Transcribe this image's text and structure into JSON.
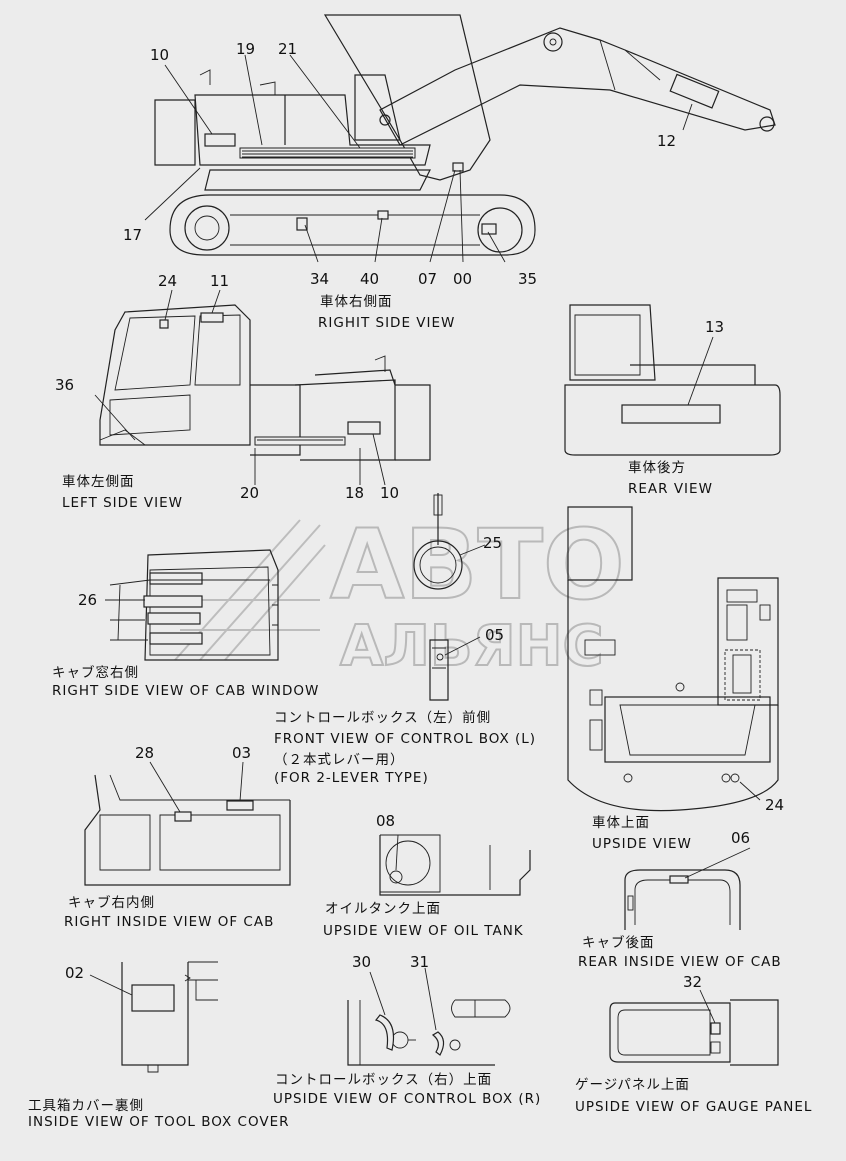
{
  "watermark": {
    "line1": "АВТО",
    "line2": "АЛЬЯНС"
  },
  "views": [
    {
      "id": "right-side-view",
      "caption_jp": "車体右側面",
      "caption_en": "RIGHIT SIDE VIEW",
      "callouts": [
        "10",
        "19",
        "21",
        "12",
        "17",
        "34",
        "40",
        "07",
        "00",
        "35"
      ]
    },
    {
      "id": "left-side-view",
      "caption_jp": "車体左側面",
      "caption_en": "LEFT SIDE VIEW",
      "callouts": [
        "24",
        "11",
        "36",
        "20",
        "18",
        "10"
      ]
    },
    {
      "id": "rear-view",
      "caption_jp": "車体後方",
      "caption_en": "REAR VIEW",
      "callouts": [
        "13"
      ]
    },
    {
      "id": "cab-window-view",
      "caption_jp": "キャブ窓右側",
      "caption_en": "RIGHT SIDE VIEW OF CAB WINDOW",
      "callouts": [
        "26"
      ]
    },
    {
      "id": "control-box-l-view",
      "caption_jp": "コントロールボックス（左）前側",
      "caption_en": "FRONT VIEW OF CONTROL BOX (L)",
      "caption_jp2": "（２本式レバー用）",
      "caption_en2": "(FOR 2-LEVER TYPE)",
      "callouts": [
        "25",
        "05"
      ]
    },
    {
      "id": "upside-view",
      "caption_jp": "車体上面",
      "caption_en": "UPSIDE VIEW",
      "callouts": [
        "24"
      ]
    },
    {
      "id": "cab-inside-view",
      "caption_jp": "キャブ右内側",
      "caption_en": "RIGHT INSIDE VIEW OF CAB",
      "callouts": [
        "28",
        "03"
      ]
    },
    {
      "id": "oil-tank-view",
      "caption_jp": "オイルタンク上面",
      "caption_en": "UPSIDE VIEW OF OIL TANK",
      "callouts": [
        "08"
      ]
    },
    {
      "id": "cab-rear-inside-view",
      "caption_jp": "キャブ後面",
      "caption_en": "REAR INSIDE VIEW OF CAB",
      "callouts": [
        "06"
      ]
    },
    {
      "id": "tool-box-view",
      "caption_jp": "工具箱カバー裏側",
      "caption_en": "INSIDE VIEW OF TOOL BOX COVER",
      "callouts": [
        "02"
      ]
    },
    {
      "id": "control-box-r-view",
      "caption_jp": "コントロールボックス（右）上面",
      "caption_en": "UPSIDE VIEW OF CONTROL BOX (R)",
      "callouts": [
        "30",
        "31"
      ]
    },
    {
      "id": "gauge-panel-view",
      "caption_jp": "ゲージパネル上面",
      "caption_en": "UPSIDE VIEW OF GAUGE PANEL",
      "callouts": [
        "32"
      ]
    }
  ]
}
